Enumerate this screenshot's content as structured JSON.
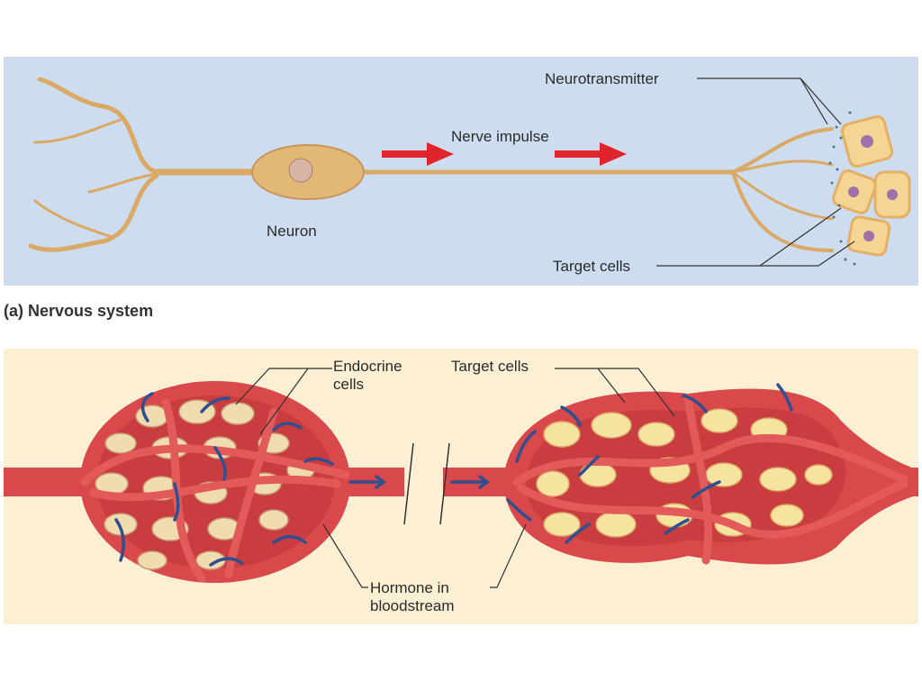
{
  "figure": {
    "panel_a": {
      "caption": "(a) Nervous system",
      "labels": {
        "neuron": "Neuron",
        "nerve_impulse": "Nerve impulse",
        "neurotransmitter": "Neurotransmitter",
        "target_cells": "Target cells"
      },
      "colors": {
        "background": "#cddcee",
        "neuron": "#d9a965",
        "arrow": "#e0242b",
        "target_cell": "#f3c97a",
        "nucleus": "#a070a8"
      }
    },
    "panel_b": {
      "labels": {
        "endocrine_cells_line1": "Endocrine",
        "endocrine_cells_line2": "cells",
        "target_cells": "Target cells",
        "hormone_line1": "Hormone in",
        "hormone_line2": "bloodstream"
      },
      "colors": {
        "background": "#fcefd3",
        "vessel": "#d9484a",
        "cell": "#f1dcb0",
        "arrow": "#2f4f8f"
      }
    }
  }
}
